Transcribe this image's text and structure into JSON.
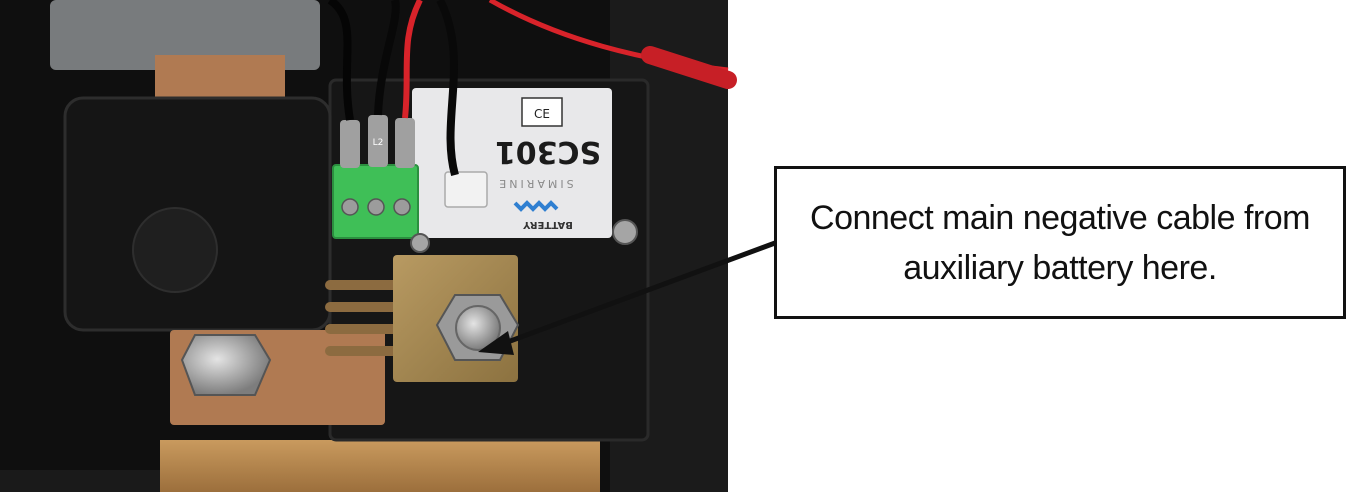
{
  "photo": {
    "device_model": "SC301",
    "brand": "SIMARINE",
    "device_type": "BATTERY",
    "connector_mark": "L2"
  },
  "callout": {
    "text": "Connect main negative cable from auxiliary battery here."
  },
  "colors": {
    "device_label": "#e8e8ea",
    "terminal_block": "#3fbf57",
    "brass_shunt": "#a88a52",
    "copper_bar": "#b07a52",
    "dark_housing": "#141414",
    "wood": "#b88a52",
    "red_wire": "#d8232a"
  }
}
